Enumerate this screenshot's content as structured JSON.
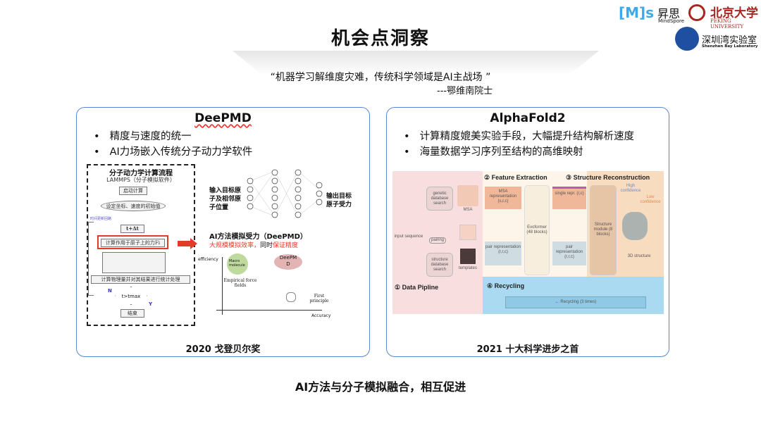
{
  "header": {
    "title": "机会点洞察",
    "quote": "“机器学习解维度灾难，传统科学领域是AI主战场 ”",
    "quote_author": "---鄂维南院士"
  },
  "logos": {
    "mindspore_mark": "[M]s",
    "mindspore_cn": "昇思",
    "mindspore_en": "MindSpore",
    "pku_cn": "北京大学",
    "pku_en": "PEKING UNIVERSITY",
    "szbl_cn": "深圳湾实验室",
    "szbl_en": "Shenzhen Bay Laboratory"
  },
  "left_card": {
    "title": "DeePMD",
    "bullets": [
      "精度与速度的统一",
      "AI力场嵌入传统分子动力学软件"
    ],
    "flow": {
      "title": "分子动力学计算流程",
      "subtitle": "LAMMPS（分子模拟软件）",
      "steps": [
        "启动计算",
        "设定坐标、速度的初始值",
        "t+Δt",
        "计算作用于原子上的力Fi",
        "计算物理量并对其结果进行统计处理",
        "t>tmax",
        "结束"
      ],
      "loop_label": "时间更新回路",
      "no": "N",
      "yes": "Y"
    },
    "nn": {
      "input": "输入目标原子及相邻原子位置",
      "output": "输出目标原子受力"
    },
    "ai_title": "AI方法模拟受力（DeePMD）",
    "ai_sub_red1": "大规模模拟效率，",
    "ai_sub_mid": "同时",
    "ai_sub_red2": "保证精度",
    "plot": {
      "y": "efficiency",
      "x": "Accuracy",
      "macro": "Macro molecule",
      "empirical": "Empirical force fields",
      "deepmd": "DeePMD",
      "first": "First principle"
    },
    "caption": "2020 戈登贝尔奖"
  },
  "right_card": {
    "title": "AlphaFold2",
    "bullets": [
      "计算精度媲美实验手段，大幅提升结构解析速度",
      "海量数据学习序列至结构的高维映射"
    ],
    "fig": {
      "s1": "① Data Pipline",
      "s2": "② Feature Extraction",
      "s3": "③ Structure Reconstruction",
      "s4": "④ Recycling",
      "input": "input sequence",
      "genetic": "genetic database search",
      "structure_db": "structure database search",
      "pairing": "pairing",
      "msa": "MSA",
      "templates": "templates",
      "msa_rep": "MSA representation (s,r,c)",
      "pair_rep": "pair representation (r,r,c)",
      "evoformer": "Evoformer (48 blocks)",
      "single": "single repr. (r,c)",
      "struct_mod": "Structure module (8 blocks)",
      "high": "High confidence",
      "low": "Low confidence",
      "s3d": "3D structure",
      "recycle": "← Recycling (3 times)"
    },
    "caption": "2021 十大科学进步之首"
  },
  "footer": {
    "tagline": "AI方法与分子模拟融合，相互促进"
  }
}
